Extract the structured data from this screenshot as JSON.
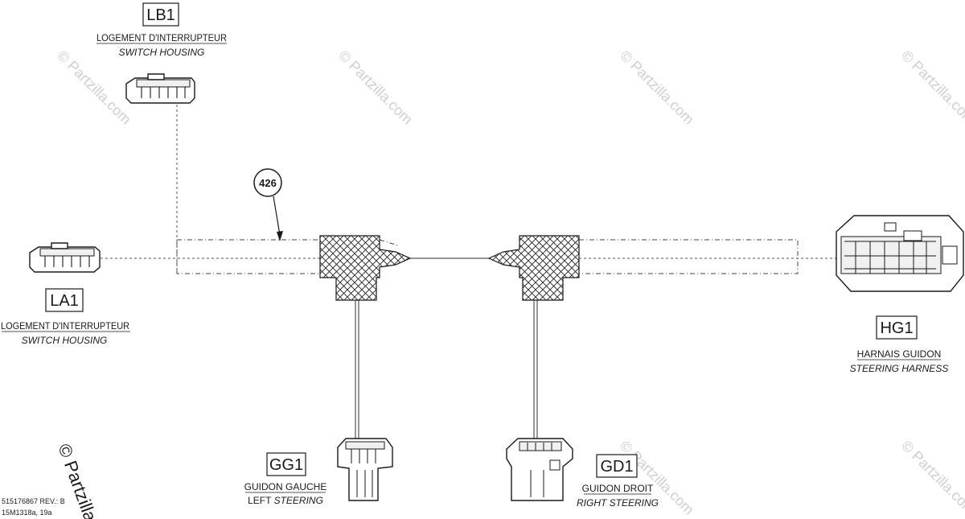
{
  "connectors": {
    "lb1": {
      "code": "LB1",
      "label_fr": "LOGEMENT D'INTERRUPTEUR",
      "label_en": "SWITCH HOUSING"
    },
    "la1": {
      "code": "LA1",
      "label_fr": "LOGEMENT D'INTERRUPTEUR",
      "label_en": "SWITCH HOUSING"
    },
    "hg1": {
      "code": "HG1",
      "label_fr": "HARNAIS GUIDON",
      "label_en": "STEERING HARNESS"
    },
    "gg1": {
      "code": "GG1",
      "label_fr": "GUIDON GAUCHE",
      "label_en_a": "LEFT ",
      "label_en_b": "STEERING"
    },
    "gd1": {
      "code": "GD1",
      "label_fr": "GUIDON DROIT",
      "label_en": "RIGHT STEERING"
    }
  },
  "callout": {
    "number": "426"
  },
  "footer": {
    "part_number": "515176867 REV.: B",
    "drawing_ref": "15M1318a, 19a"
  },
  "watermark": {
    "text": "© Partzilla.com",
    "corner_text": "© Partzilla"
  },
  "colors": {
    "ink": "#1a1a1a",
    "watermark": "#cfcfcf",
    "background": "#ffffff"
  }
}
